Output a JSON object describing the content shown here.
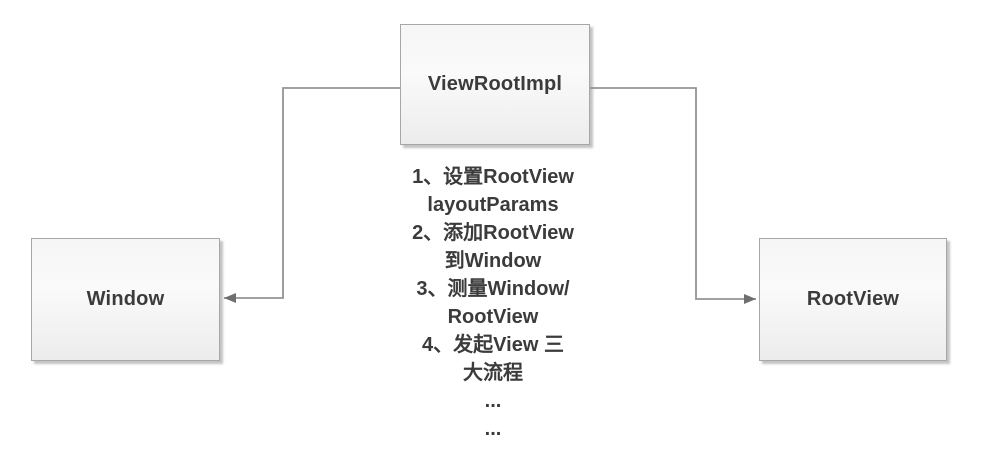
{
  "diagram": {
    "nodes": {
      "view_root_impl": {
        "label": "ViewRootImpl"
      },
      "window": {
        "label": "Window"
      },
      "root_view": {
        "label": "RootView"
      }
    },
    "connectors": [
      {
        "from": "view_root_impl",
        "to": "window",
        "direction": "left"
      },
      {
        "from": "view_root_impl",
        "to": "root_view",
        "direction": "right"
      }
    ],
    "annotation": {
      "lines": [
        "1、设置RootView",
        "layoutParams",
        "2、添加RootView",
        "到Window",
        "3、测量Window/",
        "RootView",
        "4、发起View 三",
        "大流程",
        "...",
        "..."
      ]
    },
    "colors": {
      "background": "#ffffff",
      "node_border": "#a7a7a7",
      "node_fill_top": "#f6f6f6",
      "node_fill_bottom": "#ececec",
      "node_shadow": "#919191",
      "connector_line": "#949494",
      "arrowhead": "#6f6f6f",
      "text": "#3b3b3b"
    }
  }
}
